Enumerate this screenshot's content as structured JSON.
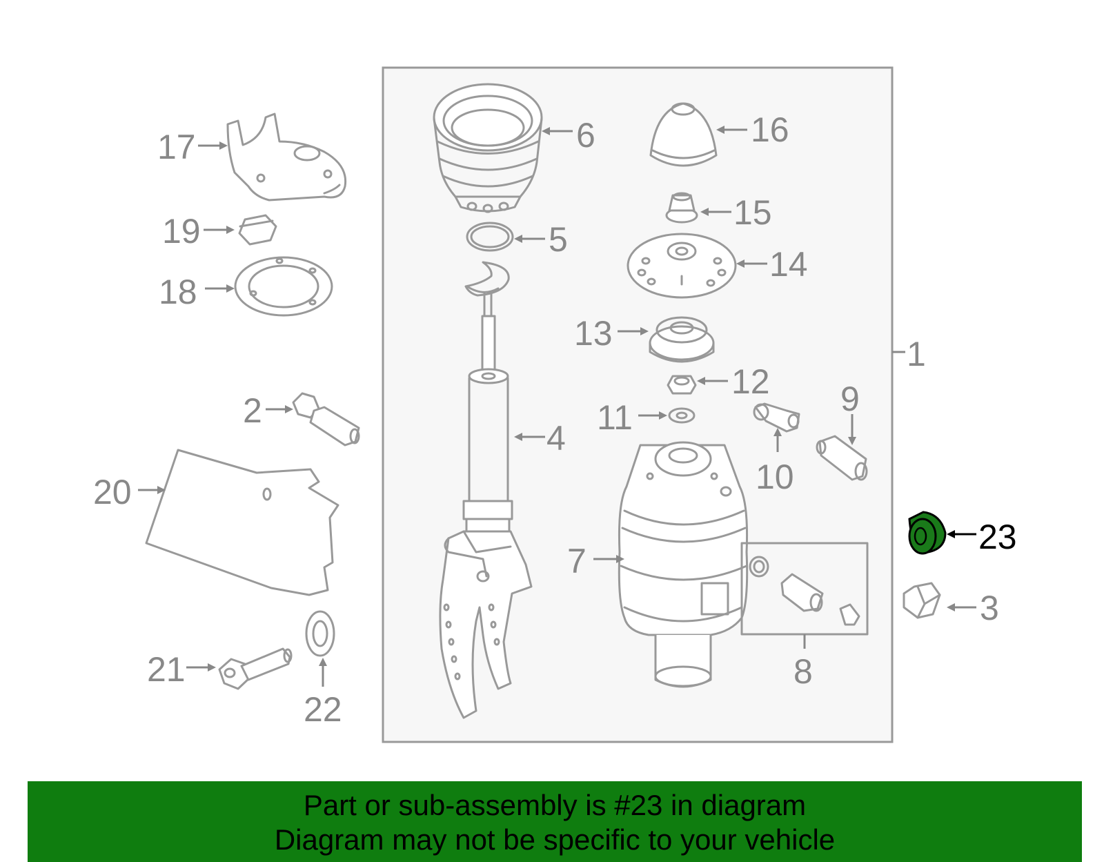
{
  "diagram": {
    "callouts": [
      {
        "id": "1",
        "label": "1"
      },
      {
        "id": "2",
        "label": "2"
      },
      {
        "id": "3",
        "label": "3"
      },
      {
        "id": "4",
        "label": "4"
      },
      {
        "id": "5",
        "label": "5"
      },
      {
        "id": "6",
        "label": "6"
      },
      {
        "id": "7",
        "label": "7"
      },
      {
        "id": "8",
        "label": "8"
      },
      {
        "id": "9",
        "label": "9"
      },
      {
        "id": "10",
        "label": "10"
      },
      {
        "id": "11",
        "label": "11"
      },
      {
        "id": "12",
        "label": "12"
      },
      {
        "id": "13",
        "label": "13"
      },
      {
        "id": "14",
        "label": "14"
      },
      {
        "id": "15",
        "label": "15"
      },
      {
        "id": "16",
        "label": "16"
      },
      {
        "id": "17",
        "label": "17"
      },
      {
        "id": "18",
        "label": "18"
      },
      {
        "id": "19",
        "label": "19"
      },
      {
        "id": "20",
        "label": "20"
      },
      {
        "id": "21",
        "label": "21"
      },
      {
        "id": "22",
        "label": "22"
      },
      {
        "id": "23",
        "label": "23"
      }
    ],
    "highlighted_part": "23",
    "colors": {
      "line": "#999999",
      "label": "#888888",
      "highlight_fill": "#1a7a1a",
      "highlight_label": "#000000",
      "assembly_box_fill": "#f7f7f7",
      "banner": "#0f7d0f"
    }
  },
  "banner": {
    "line1": "Part or sub-assembly is #23 in diagram",
    "line2": "Diagram may not be specific to your vehicle"
  }
}
